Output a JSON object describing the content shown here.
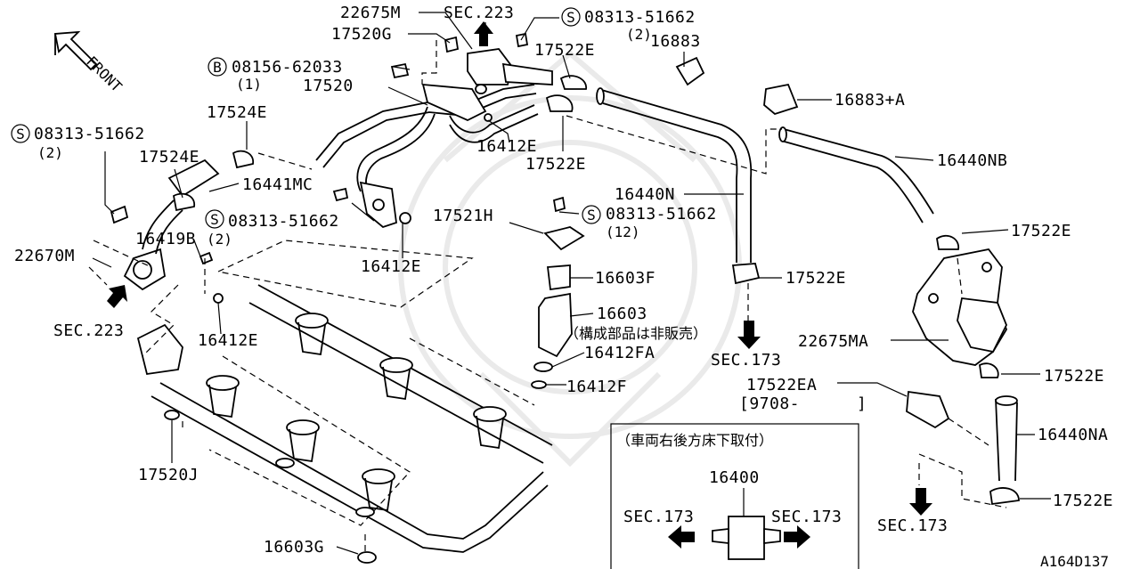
{
  "diagram_id": "A164D137",
  "orientation": "FRONT",
  "labels": {
    "p22675M": "22675M",
    "sec223_top": "SEC.223",
    "s08313_top": "08313-51662",
    "s08313_top_qty": "(2)",
    "p17520G": "17520G",
    "p17522E_top": "17522E",
    "p16883": "16883",
    "b08156": "08156-62033",
    "b08156_qty": "(1)",
    "p17520": "17520",
    "p16883A": "16883+A",
    "p17524E_a": "17524E",
    "s08313_left": "08313-51662",
    "s08313_left_qty": "(2)",
    "p16412E_mid": "16412E",
    "p17522E_mid": "17522E",
    "p16440NB": "16440NB",
    "p17524E_b": "17524E",
    "p16441MC": "16441MC",
    "p16440N": "16440N",
    "s08313_center": "08313-51662",
    "s08313_center_qty": "(2)",
    "p17521H": "17521H",
    "s08313_right": "08313-51662",
    "s08313_right_qty": "(12)",
    "p17522E_r1": "17522E",
    "p22670M": "22670M",
    "p16419B": "16419B",
    "p16412E_b": "16412E",
    "p16603F": "16603F",
    "p17522E_c": "17522E",
    "sec223_left": "SEC.223",
    "p16603": "16603",
    "p16603_note": "（構成部品は非販売）",
    "p22675MA": "22675MA",
    "p16412E_c": "16412E",
    "p16412FA": "16412FA",
    "sec173_mid": "SEC.173",
    "p17522E_r2": "17522E",
    "p16412F": "16412F",
    "p17522EA": "17522EA",
    "p17522EA_date": "[9708-",
    "p17522EA_date_end": "]",
    "p16440NA": "16440NA",
    "p17520J": "17520J",
    "inset_title": "（車両右後方床下取付）",
    "p16400": "16400",
    "inset_sec173_l": "SEC.173",
    "inset_sec173_r": "SEC.173",
    "p17522E_r3": "17522E",
    "sec173_right": "SEC.173",
    "p16603G": "16603G"
  },
  "symbols": {
    "screw": "S",
    "bolt": "B"
  }
}
